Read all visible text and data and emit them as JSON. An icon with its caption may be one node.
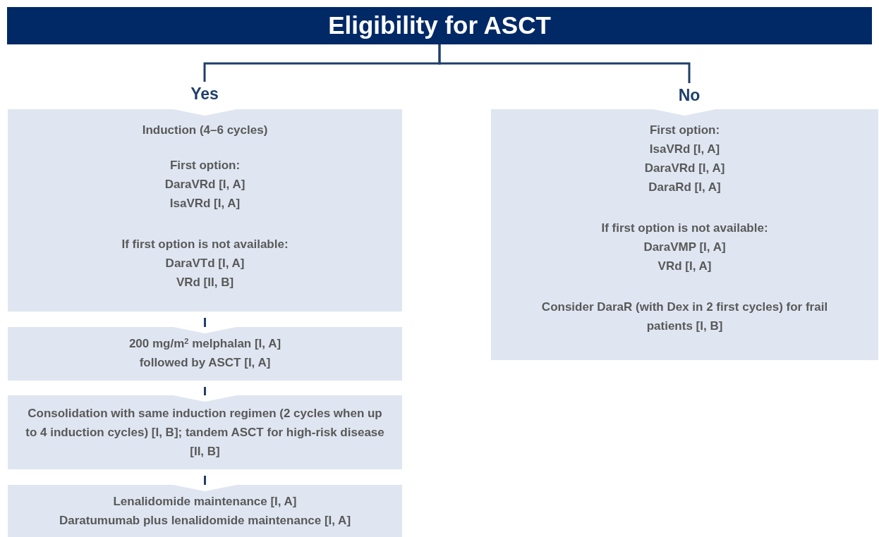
{
  "diagram": {
    "nodes": [
      {
        "text": [
          "Eligibility for ASCT"
        ]
      },
      {
        "text": [
          "Yes"
        ]
      },
      {
        "text": [
          "No"
        ]
      },
      {
        "text": [
          "Induction (4–6 cycles)",
          "First option:",
          "DaraVRd [I, A]",
          "IsaVRd [I, A]",
          "If first option is not available:",
          "DaraVTd [I, A]",
          "VRd [II, B]"
        ]
      },
      {
        "text": [
          "200 mg/m$^{2}$ melphalan [I, A]",
          "followed by ASCT [I, A]"
        ]
      },
      {
        "text": [
          "Consolidation with same induction regimen (2 cycles when up to 4 induction cycles) [I, B]; tandem ASCT for high-risk disease [II, B]"
        ]
      },
      {
        "text": [
          "Lenalidomide maintenance [I, A]",
          "Daratumumab plus lenalidomide maintenance [I, A]"
        ]
      },
      {
        "text": [
          "First option:",
          "IsaVRd [I, A]",
          "DaraVRd [I, A]",
          "DaraRd [I, A]",
          "If first option is not available:",
          "DaraVMP [I, A]",
          "VRd [I, A]",
          "Consider DaraR (with Dex in 2 first cycles) for frail patients [I, B]"
        ]
      }
    ],
    "edges": [
      {
        "from": 0,
        "to": 1,
        "arrow": "none"
      },
      {
        "from": 0,
        "to": 2,
        "arrow": "none"
      },
      {
        "from": 3,
        "to": 4,
        "arrow": "none"
      },
      {
        "from": 4,
        "to": 5,
        "arrow": "none"
      },
      {
        "from": 5,
        "to": 6,
        "arrow": "none"
      }
    ]
  }
}
